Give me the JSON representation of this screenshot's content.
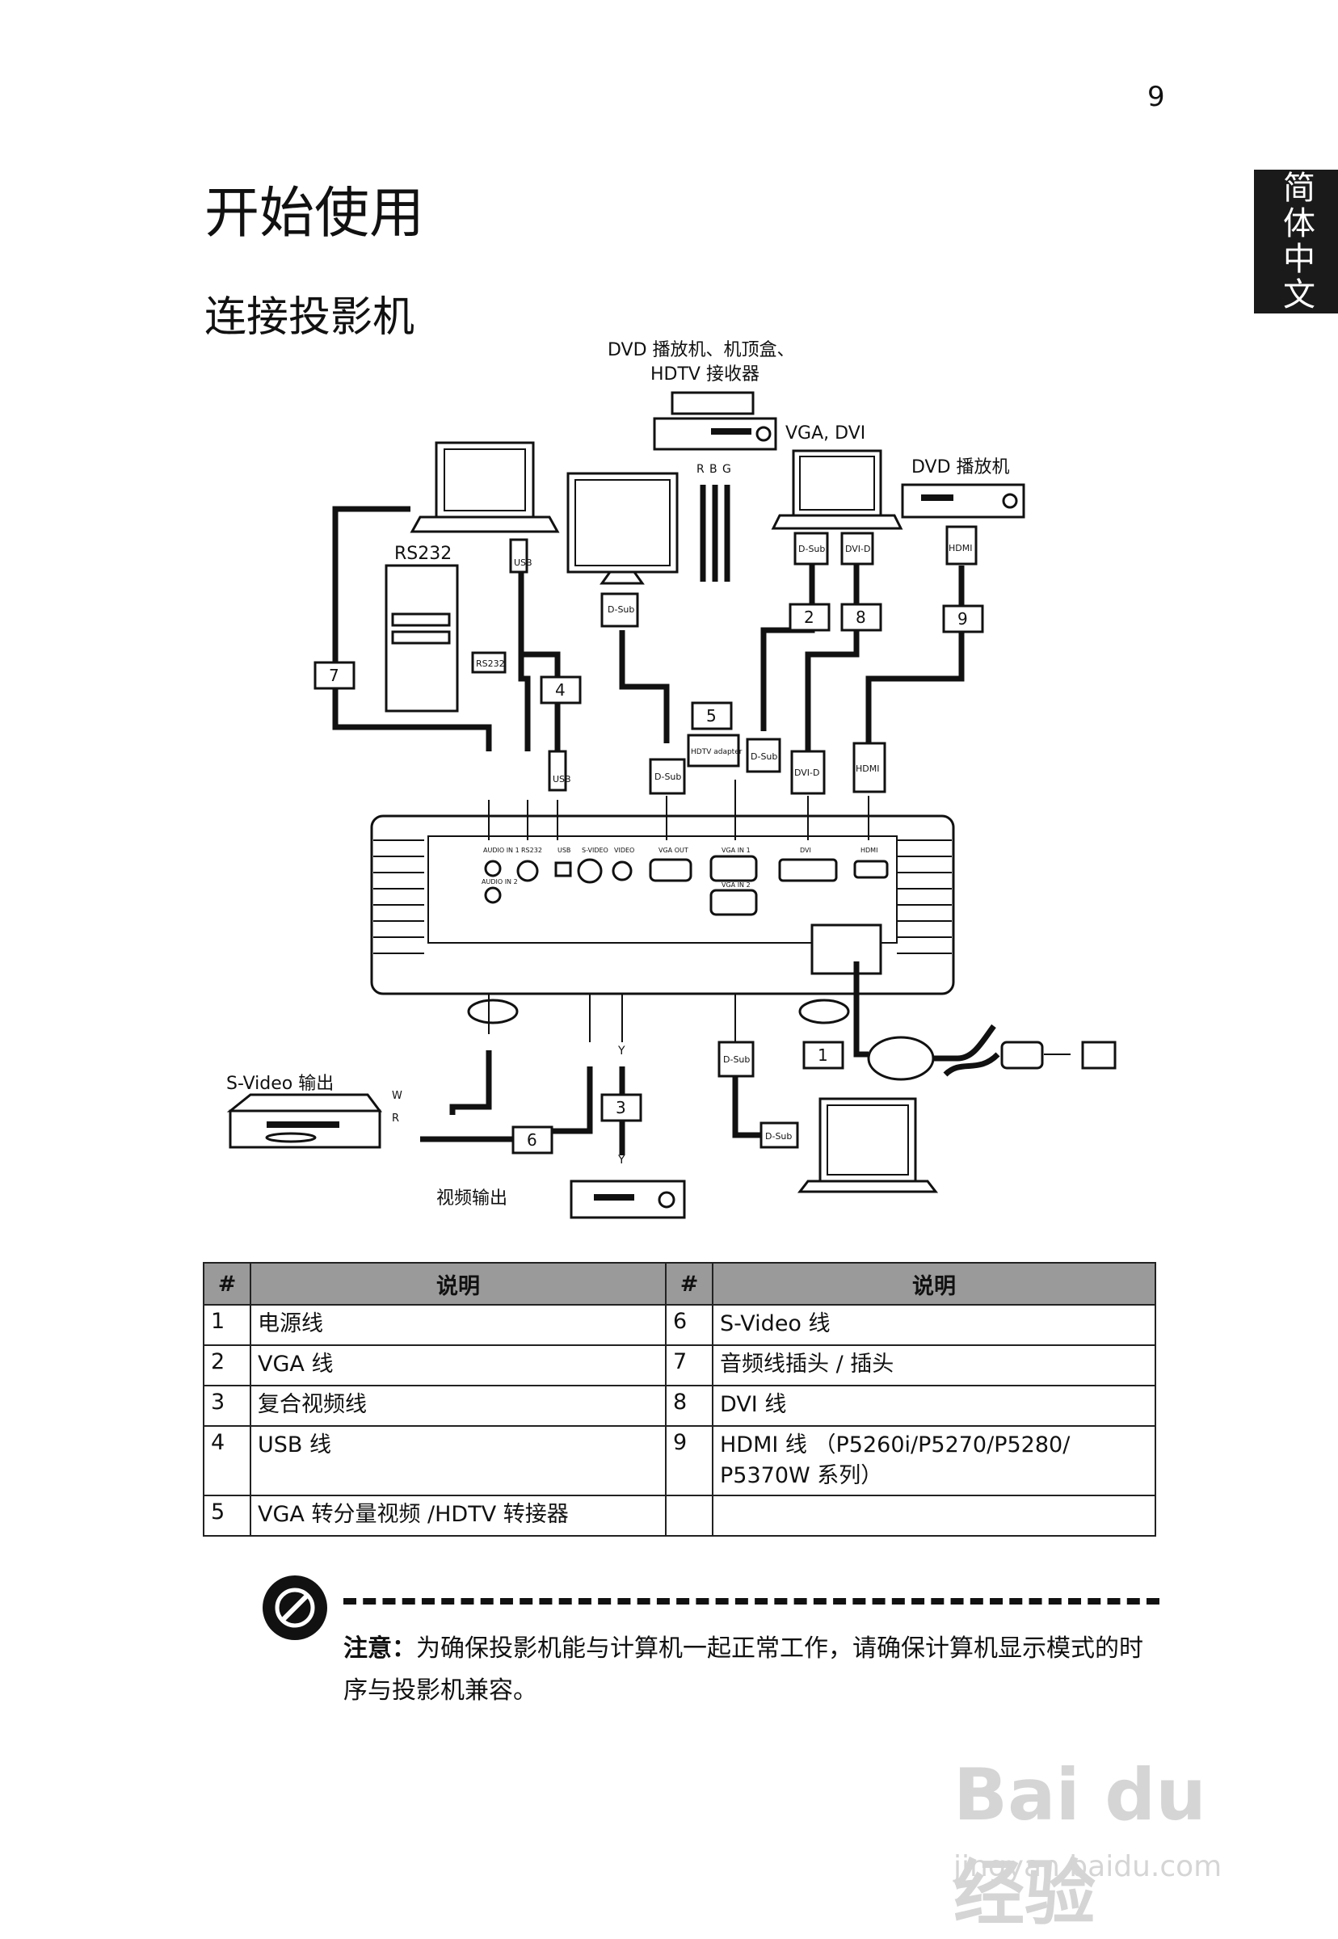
{
  "page_number": "9",
  "side_tab": "简体中文",
  "title": "开始使用",
  "subtitle": "连接投影机",
  "diagram": {
    "dvd_stb_hdtv_label_line1": "DVD  播放机、机顶盒、",
    "dvd_stb_hdtv_label_line2": "HDTV  接收器",
    "vga_dvi_label": "VGA, DVI",
    "dvd_player_label": "DVD 播放机",
    "rs232_label": "RS232",
    "svideo_out_label": "S-Video 输出",
    "video_out_label": "视频输出",
    "connector_labels": {
      "rs232": "RS232",
      "usb_top": "USB",
      "dsub_monitor": "D-Sub",
      "r": "R",
      "b": "B",
      "g": "G",
      "dsub_laptop": "D-Sub",
      "dvi_d": "DVI-D",
      "hdmi_top": "HDMI",
      "hdtv_adapter": "HDTV adapter",
      "dsub_adapter": "D-Sub",
      "dsub_bottom_left": "D-Sub",
      "dvi_d_bottom": "DVI-D",
      "hdmi_bottom": "HDMI",
      "usb_bottom": "USB",
      "dsub_lower": "D-Sub",
      "dsub_lower_laptop": "D-Sub",
      "w": "W",
      "r2": "R",
      "y": "Y",
      "y2": "Y"
    },
    "port_labels": [
      "AUDIO IN 1",
      "RS232",
      "USB",
      "S-VIDEO",
      "VIDEO",
      "VGA OUT",
      "VGA IN 1",
      "DVI",
      "HDMI",
      "AUDIO IN 2",
      "VGA IN 2"
    ],
    "callouts": [
      "1",
      "2",
      "3",
      "4",
      "5",
      "6",
      "7",
      "8",
      "9"
    ]
  },
  "legend": {
    "header_num": "#",
    "header_desc": "说明",
    "rows": [
      {
        "n1": "1",
        "d1": "电源线",
        "n2": "6",
        "d2": "S-Video 线"
      },
      {
        "n1": "2",
        "d1": "VGA 线",
        "n2": "7",
        "d2": "音频线插头 / 插头"
      },
      {
        "n1": "3",
        "d1": "复合视频线",
        "n2": "8",
        "d2": "DVI 线"
      },
      {
        "n1": "4",
        "d1": "USB 线",
        "n2": "9",
        "d2": "HDMI 线  （P5260i/P5270/P5280/ P5370W 系列）"
      },
      {
        "n1": "5",
        "d1": "VGA 转分量视频 /HDTV 转接器",
        "n2": "",
        "d2": ""
      }
    ]
  },
  "note": {
    "label": "注意：",
    "text": "为确保投影机能与计算机一起正常工作，请确保计算机显示模式的时序与投影机兼容。"
  },
  "watermark": {
    "brand": "Bai du 经验",
    "url": "jingyan.baidu.com"
  }
}
